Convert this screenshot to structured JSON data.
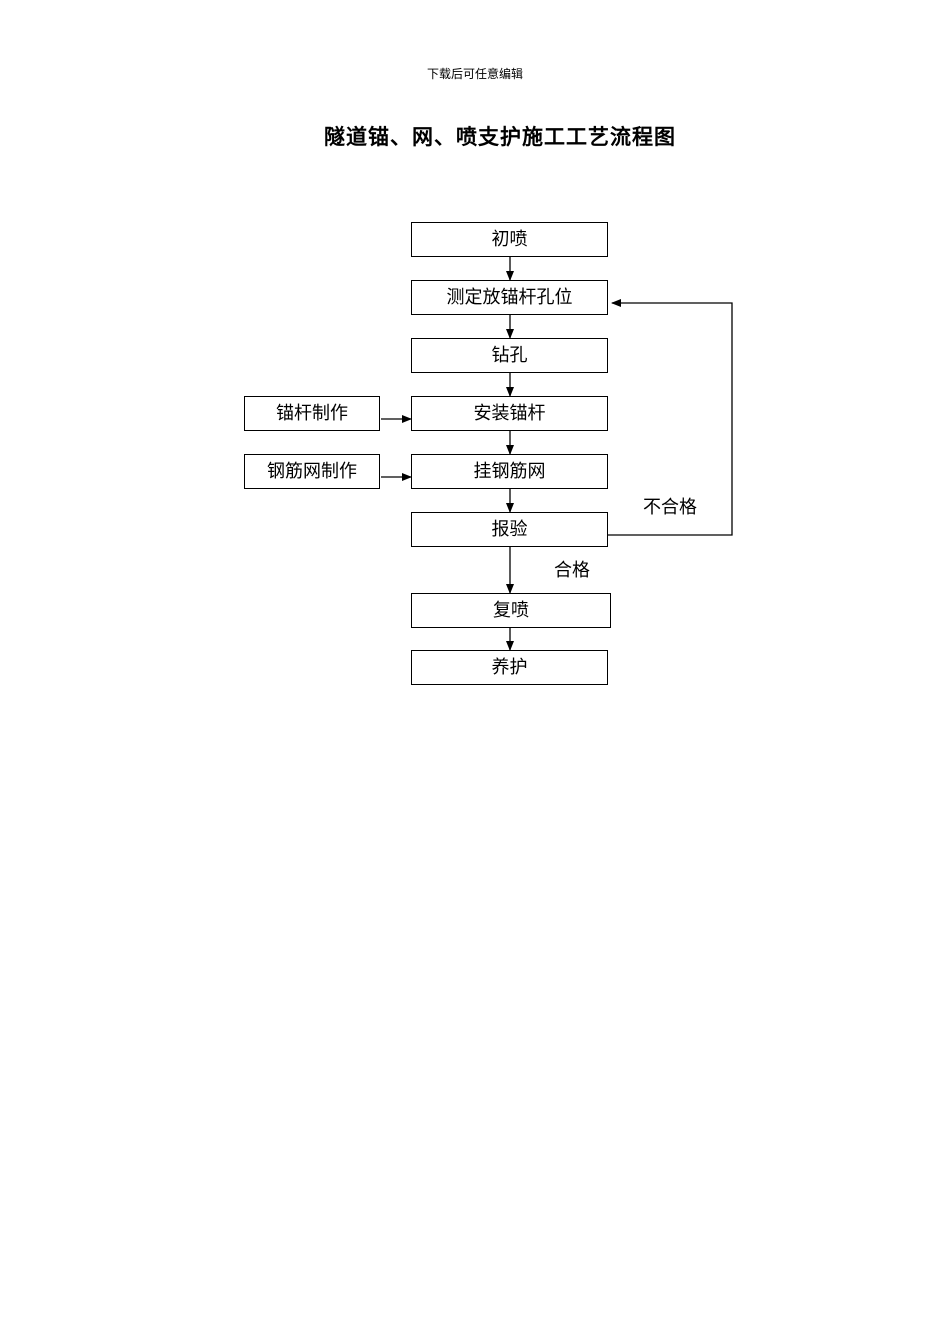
{
  "header_note": "下载后可任意编辑",
  "title": "隧道锚、网、喷支护施工工艺流程图",
  "nodes": {
    "initial_spray": "初喷",
    "mark_holes": "测定放锚杆孔位",
    "drill": "钻孔",
    "install_bolts": "安装锚杆",
    "bolt_fabrication": "锚杆制作",
    "hang_mesh": "挂钢筋网",
    "mesh_fabrication": "钢筋网制作",
    "inspection": "报验",
    "re_spray": "复喷",
    "curing": "养护"
  },
  "edge_labels": {
    "fail": "不合格",
    "pass": "合格"
  }
}
